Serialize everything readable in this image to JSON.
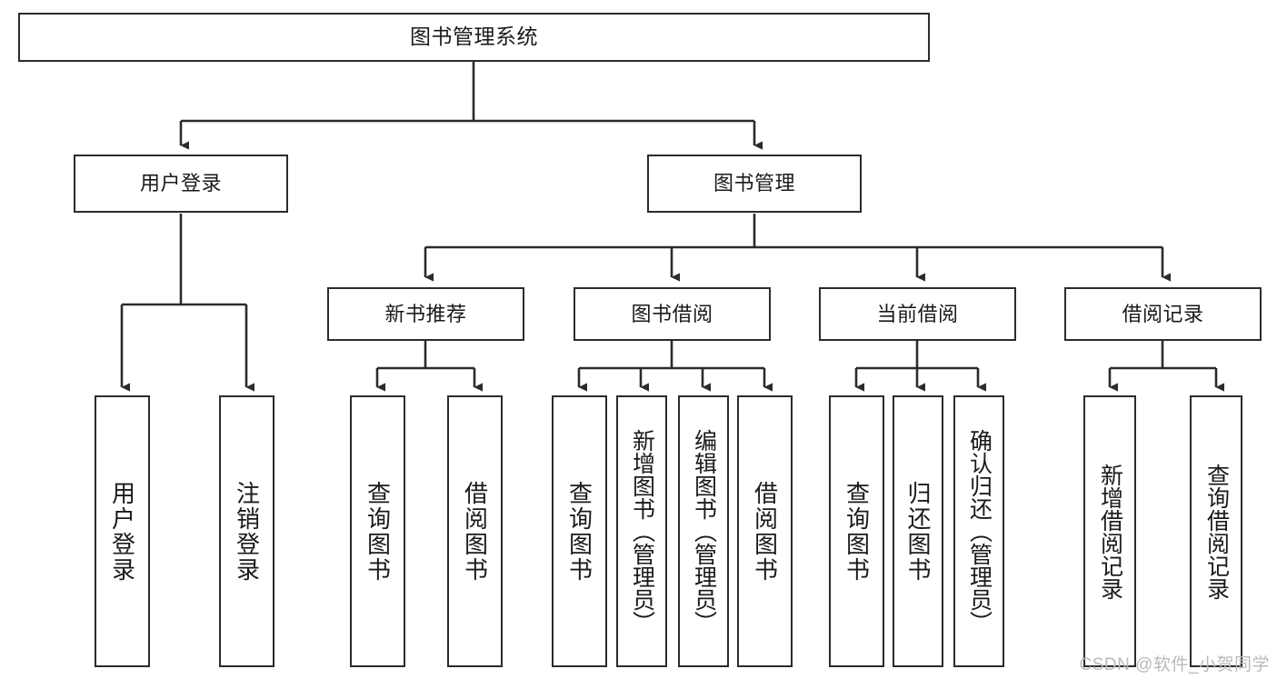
{
  "diagram": {
    "type": "tree-hierarchy",
    "title": "图书管理系统",
    "line_color": "#2b2b2b",
    "box_fill": "#ffffff",
    "text_color": "#1a1a1a",
    "watermark": "CSDN @软件_小贺同学",
    "nodes": {
      "root": {
        "label": "图书管理系统"
      },
      "level1": [
        {
          "id": "user-login",
          "label": "用户登录"
        },
        {
          "id": "book-manage",
          "label": "图书管理"
        }
      ],
      "level2": [
        {
          "id": "new-book-recommend",
          "label": "新书推荐"
        },
        {
          "id": "book-borrow",
          "label": "图书借阅"
        },
        {
          "id": "current-borrow",
          "label": "当前借阅"
        },
        {
          "id": "borrow-record",
          "label": "借阅记录"
        }
      ],
      "leaves": {
        "user_login": [
          {
            "id": "leaf-user-login",
            "label": "用户登录"
          },
          {
            "id": "leaf-logout-login",
            "label": "注销登录"
          }
        ],
        "new_book_recommend": [
          {
            "id": "leaf-query-book-1",
            "label": "查询图书"
          },
          {
            "id": "leaf-borrow-book-1",
            "label": "借阅图书"
          }
        ],
        "book_borrow": [
          {
            "id": "leaf-query-book-2",
            "label": "查询图书"
          },
          {
            "id": "leaf-add-book",
            "label": "新增图书（管理员）"
          },
          {
            "id": "leaf-edit-book",
            "label": "编辑图书（管理员）"
          },
          {
            "id": "leaf-borrow-book-2",
            "label": "借阅图书"
          }
        ],
        "current_borrow": [
          {
            "id": "leaf-query-book-3",
            "label": "查询图书"
          },
          {
            "id": "leaf-return-book",
            "label": "归还图书"
          },
          {
            "id": "leaf-confirm-return",
            "label": "确认归还（管理员）"
          }
        ],
        "borrow_record": [
          {
            "id": "leaf-add-record",
            "label": "新增借阅记录"
          },
          {
            "id": "leaf-query-record",
            "label": "查询借阅记录"
          }
        ]
      }
    }
  }
}
